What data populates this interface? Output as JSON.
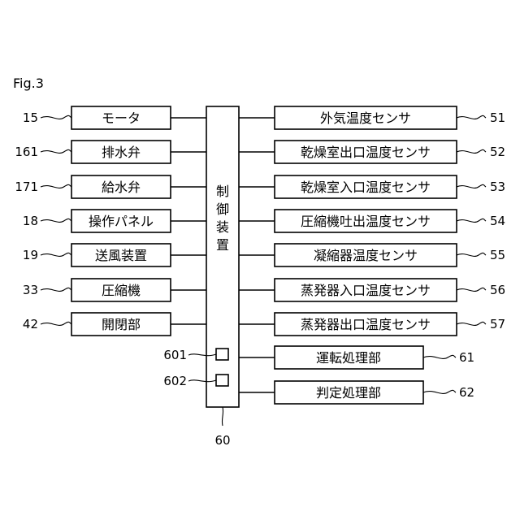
{
  "figure_label": "Fig.3",
  "controller": {
    "label": "制御装置",
    "ref": "60"
  },
  "controller_units": [
    {
      "ref": "601"
    },
    {
      "ref": "602"
    }
  ],
  "left_components": [
    {
      "label": "モータ",
      "ref": "15"
    },
    {
      "label": "排水弁",
      "ref": "161"
    },
    {
      "label": "給水弁",
      "ref": "171"
    },
    {
      "label": "操作パネル",
      "ref": "18"
    },
    {
      "label": "送風装置",
      "ref": "19"
    },
    {
      "label": "圧縮機",
      "ref": "33"
    },
    {
      "label": "開閉部",
      "ref": "42"
    }
  ],
  "right_components": [
    {
      "label": "外気温度センサ",
      "ref": "51"
    },
    {
      "label": "乾燥室出口温度センサ",
      "ref": "52"
    },
    {
      "label": "乾燥室入口温度センサ",
      "ref": "53"
    },
    {
      "label": "圧縮機吐出温度センサ",
      "ref": "54"
    },
    {
      "label": "凝縮器温度センサ",
      "ref": "55"
    },
    {
      "label": "蒸発器入口温度センサ",
      "ref": "56"
    },
    {
      "label": "蒸発器出口温度センサ",
      "ref": "57"
    }
  ],
  "processing_units": [
    {
      "label": "運転処理部",
      "ref": "61"
    },
    {
      "label": "判定処理部",
      "ref": "62"
    }
  ]
}
